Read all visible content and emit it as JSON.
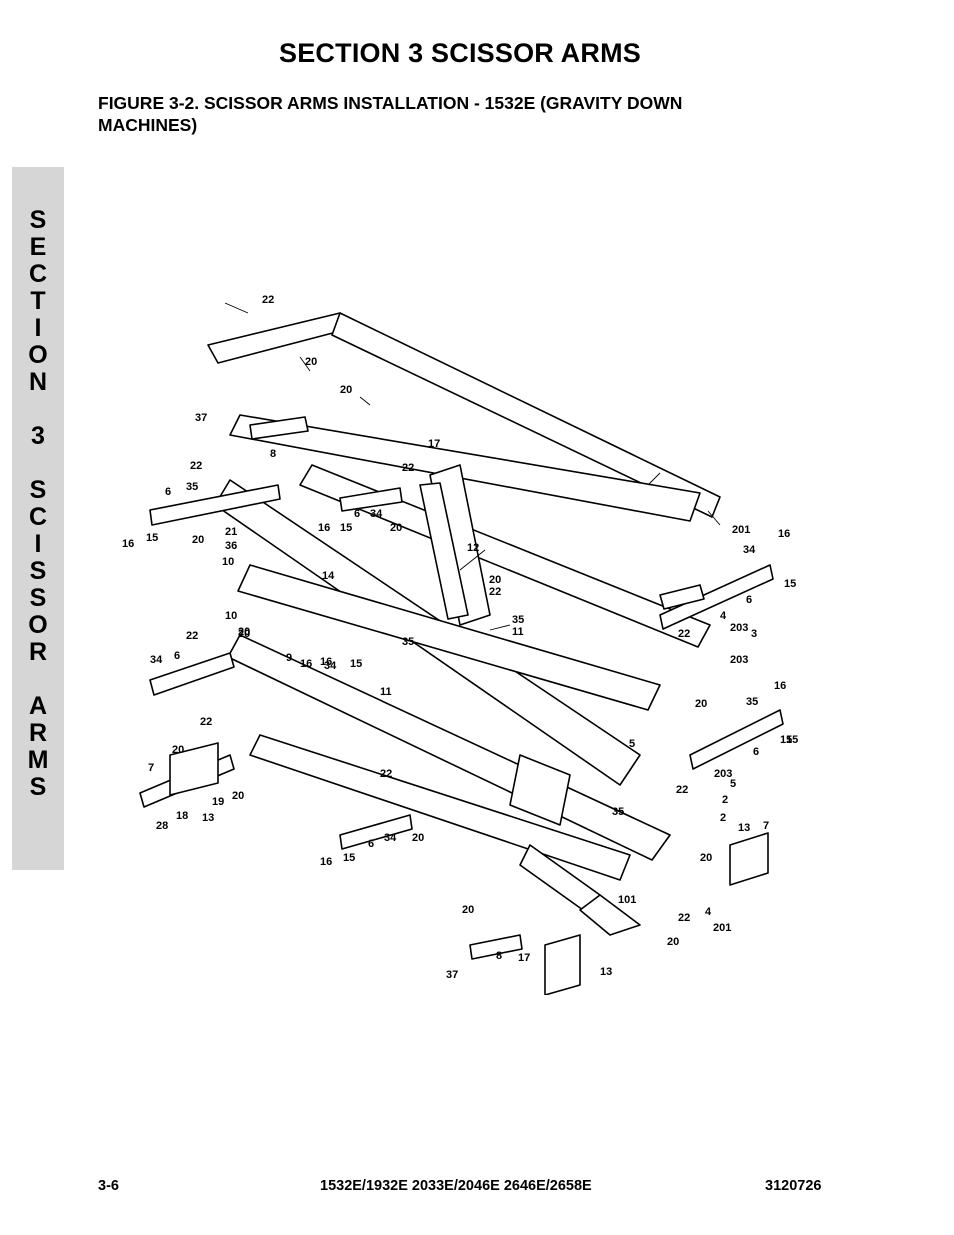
{
  "section_title": "SECTION 3  SCISSOR ARMS",
  "figure_title_line1": "FIGURE 3-2.    SCISSOR ARMS INSTALLATION - 1532E (GRAVITY DOWN",
  "figure_title_line2": "MACHINES)",
  "side_tab_letters": [
    "S",
    "E",
    "C",
    "T",
    "I",
    "O",
    "N",
    "",
    "3",
    "",
    "S",
    "C",
    "I",
    "S",
    "S",
    "O",
    "R",
    "",
    "A",
    "R",
    "M",
    "S"
  ],
  "callouts": [
    "22",
    "20",
    "20",
    "17",
    "37",
    "8",
    "22",
    "6",
    "35",
    "16",
    "15",
    "20",
    "6",
    "34",
    "16",
    "15",
    "20",
    "22",
    "21",
    "36",
    "10",
    "12",
    "20",
    "22",
    "14",
    "10",
    "35",
    "11",
    "20",
    "22",
    "201",
    "16",
    "34",
    "15",
    "6",
    "4",
    "203",
    "22",
    "20",
    "34",
    "6",
    "9",
    "16",
    "15",
    "11",
    "34",
    "35",
    "3",
    "203",
    "20",
    "15",
    "16",
    "22",
    "20",
    "7",
    "20",
    "19",
    "28",
    "18",
    "13",
    "16",
    "35",
    "15",
    "6",
    "5",
    "203",
    "5",
    "22",
    "35",
    "22",
    "2",
    "6",
    "34",
    "16",
    "15",
    "20",
    "13",
    "7",
    "20",
    "101",
    "22",
    "4",
    "201",
    "20",
    "17",
    "8",
    "37",
    "13",
    "20",
    "2"
  ],
  "footer": {
    "page_number": "3-6",
    "models": "1532E/1932E 2033E/2046E 2646E/2658E",
    "doc_number": "3120726"
  }
}
